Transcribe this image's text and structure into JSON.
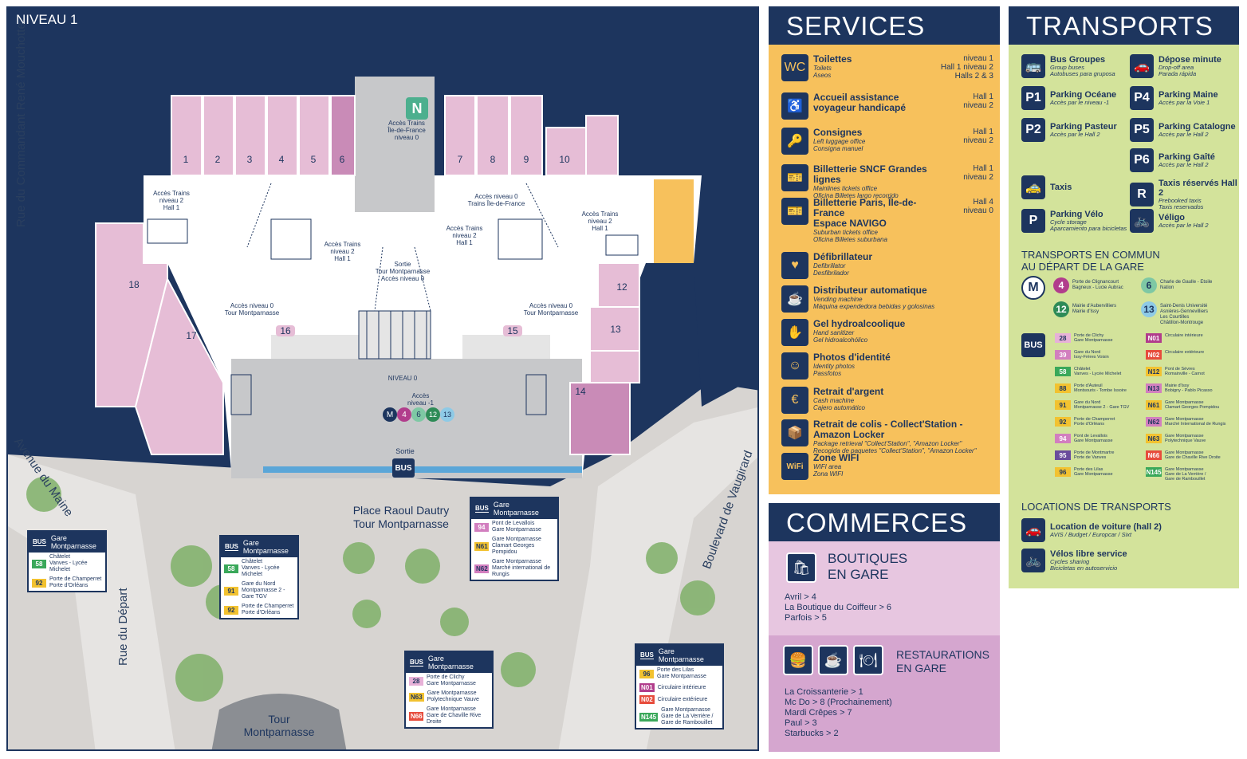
{
  "map": {
    "level": "NIVEAU 1",
    "streets": {
      "mouchotte": "Rue du Commandant René Mouchotte",
      "maine": "Avenue du Maine",
      "depart": "Rue du Départ",
      "vaugirard": "Boulevard de Vaugirard"
    },
    "plaza": "Place Raoul Dautry\nTour Montparnasse",
    "tower": "Tour\nMontparnasse",
    "shops": [
      "1",
      "2",
      "3",
      "4",
      "5",
      "6",
      "7",
      "8",
      "9",
      "10",
      "12",
      "13",
      "14",
      "15",
      "16",
      "17",
      "18"
    ],
    "labels": {
      "trains_idf": "Accès Trains\nÎle-de-France\nniveau 0",
      "access_trains_n2_left": "Accès Trains\nniveau 2\nHall 1",
      "access_trains_n2_left2": "Accès Trains\nniveau 2\nHall 1",
      "access_trains_n2_right": "Accès Trains\nniveau 2\nHall 1",
      "access_trains_n2_right2": "Accès Trains\nniveau 2\nHall 1",
      "access_n0_idf": "Accès niveau 0\nTrains Île-de-France",
      "sortie_tour": "Sortie\nTour Montparnasse\nAccès niveau 0",
      "access_n0_tour_left": "Accès niveau 0\nTour Montparnasse",
      "access_n0_tour_right": "Accès niveau 0\nTour Montparnasse",
      "niveau0": "NIVEAU 0",
      "acces_n_1": "Accès\nniveau -1",
      "sortie": "Sortie",
      "bus": "BUS",
      "metro_lines": [
        "4",
        "6",
        "12",
        "13"
      ],
      "n_badge": "N"
    },
    "bus_stops": [
      {
        "title": "Gare\nMontparnasse",
        "lines": [
          {
            "num": "58",
            "desc": "Châtelet\nVanves - Lycée Michelet",
            "color": "#3aa85a",
            "text": "#fff"
          },
          {
            "num": "92",
            "desc": "Porte de Champerret\nPorte d'Orléans",
            "color": "#f2c230",
            "text": "#1d355e"
          }
        ]
      },
      {
        "title": "Gare\nMontparnasse",
        "lines": [
          {
            "num": "58",
            "desc": "Châtelet\nVanves - Lycée Michelet",
            "color": "#3aa85a",
            "text": "#fff"
          },
          {
            "num": "91",
            "desc": "Gare du Nord\nMontparnasse 2 - Gare TGV",
            "color": "#f2c230",
            "text": "#1d355e"
          },
          {
            "num": "92",
            "desc": "Porte de Champerret\nPorte d'Orléans",
            "color": "#f2c230",
            "text": "#1d355e"
          }
        ]
      },
      {
        "title": "Gare\nMontparnasse",
        "lines": [
          {
            "num": "94",
            "desc": "Pont de Levallois\nGare Montparnasse",
            "color": "#d27fbf",
            "text": "#fff"
          },
          {
            "num": "N61",
            "desc": "Gare Montparnasse\nClamart Georges Pompidou",
            "color": "#f2c230",
            "text": "#1d355e"
          },
          {
            "num": "N62",
            "desc": "Gare Montparnasse\nMarché international de Rungis",
            "color": "#d27fbf",
            "text": "#1d355e"
          }
        ]
      },
      {
        "title": "Gare\nMontparnasse",
        "lines": [
          {
            "num": "28",
            "desc": "Porte de Clichy\nGare Montparnasse",
            "color": "#e7b1d8",
            "text": "#1d355e"
          },
          {
            "num": "N63",
            "desc": "Gare Montparnasse\nPolytechnique Vauve",
            "color": "#f2c230",
            "text": "#1d355e"
          },
          {
            "num": "N66",
            "desc": "Gare Montparnasse\nGare de Chaville Rive Droite",
            "color": "#e74c3c",
            "text": "#fff"
          }
        ]
      },
      {
        "title": "Gare\nMontparnasse",
        "lines": [
          {
            "num": "96",
            "desc": "Porte des Lilas\nGare Montparnasse",
            "color": "#f2c230",
            "text": "#1d355e"
          },
          {
            "num": "N01",
            "desc": "Circulaire intérieure",
            "color": "#b13d8c",
            "text": "#fff"
          },
          {
            "num": "N02",
            "desc": "Circulaire extérieure",
            "color": "#e74c3c",
            "text": "#fff"
          },
          {
            "num": "N145",
            "desc": "Gare Montparnasse\nGare de La Verrière /\nGare de Rambouillet",
            "color": "#3aa85a",
            "text": "#fff"
          }
        ]
      }
    ]
  },
  "services": {
    "title": "SERVICES",
    "items": [
      {
        "icon": "toilet-icon",
        "glyph": "WC",
        "title": "Toilettes",
        "sub": "Toilets\nAseos",
        "where": "niveau 1\nHall 1 niveau 2\nHalls 2 & 3"
      },
      {
        "icon": "accessibility-icon",
        "glyph": "♿",
        "title": "Accueil assistance\nvoyageur handicapé",
        "sub": "",
        "where": "Hall 1\nniveau 2"
      },
      {
        "icon": "luggage-icon",
        "glyph": "🔑",
        "title": "Consignes",
        "sub": "Left luggage office\nConsigna manuel",
        "where": "Hall 1\nniveau 2"
      },
      {
        "icon": "ticket-icon",
        "glyph": "🎫",
        "title": "Billetterie SNCF Grandes lignes",
        "sub": "Mainlines tickets office\nOficina Billetes largo recorrido",
        "where": "Hall 1\nniveau 2"
      },
      {
        "icon": "navigo-icon",
        "glyph": "🎫",
        "title": "Billetterie Paris, Île-de-France\nEspace NAVIGO",
        "sub": "Suburban tickets office\nOficina Billetes suburbana",
        "where": "Hall 4\nniveau 0"
      },
      {
        "icon": "defibrillator-icon",
        "glyph": "♥",
        "title": "Défibrillateur",
        "sub": "Defibrillator\nDesfibrilador",
        "where": ""
      },
      {
        "icon": "vending-icon",
        "glyph": "☕",
        "title": "Distributeur automatique",
        "sub": "Vending machine\nMáquina expendedora bebidas y golosinas",
        "where": ""
      },
      {
        "icon": "sanitizer-icon",
        "glyph": "✋",
        "title": "Gel hydroalcoolique",
        "sub": "Hand sanitizer\nGel hidroalcohólico",
        "where": ""
      },
      {
        "icon": "photo-icon",
        "glyph": "☺",
        "title": "Photos d'identité",
        "sub": "Identity photos\nPassfotos",
        "where": ""
      },
      {
        "icon": "atm-icon",
        "glyph": "€",
        "title": "Retrait d'argent",
        "sub": "Cash machine\nCajero automático",
        "where": ""
      },
      {
        "icon": "parcel-icon",
        "glyph": "📦",
        "title": "Retrait de colis - Collect'Station - Amazon Locker",
        "sub": "Package retrieval \"Collect'Station\", \"Amazon Locker\"\nRecogida de paquetes \"Collect'Station\", \"Amazon Locker\"",
        "where": ""
      },
      {
        "icon": "wifi-icon",
        "glyph": "WiFi",
        "title": "Zone WIFI",
        "sub": "WIFI area\nZona WIFI",
        "where": ""
      }
    ]
  },
  "commerces": {
    "title": "COMMERCES",
    "boutiques_title": "BOUTIQUES\nEN GARE",
    "boutiques": [
      "Avril > 4",
      "La Boutique du Coiffeur > 6",
      "Parfois > 5"
    ],
    "restaurations_title": "RESTAURATIONS\nEN GARE",
    "restaurations": [
      "La Croissanterie > 1",
      "Mc Do > 8 (Prochainement)",
      "Mardi Crêpes > 7",
      "Paul > 3",
      "Starbucks > 2"
    ]
  },
  "transports": {
    "title": "TRANSPORTS",
    "items_left": [
      {
        "icon": "group-bus-icon",
        "glyph": "🚌",
        "title": "Bus Groupes",
        "sub": "Group buses\nAutobuses para gruposa"
      },
      {
        "icon": "parking-p1-icon",
        "glyph": "P1",
        "title": "Parking Océane",
        "sub": "Accès par le niveau -1"
      },
      {
        "icon": "parking-p2-icon",
        "glyph": "P2",
        "title": "Parking Pasteur",
        "sub": "Accès par le Hall 2"
      },
      {
        "icon": "taxi-icon",
        "glyph": "🚕",
        "title": "Taxis",
        "sub": ""
      },
      {
        "icon": "bike-parking-icon",
        "glyph": "P",
        "title": "Parking Vélo",
        "sub": "Cycle storage\nAparcamiento para bicicletas"
      }
    ],
    "items_right": [
      {
        "icon": "dropoff-icon",
        "glyph": "🚗",
        "title": "Dépose minute",
        "sub": "Drop-off area\nParada rápida"
      },
      {
        "icon": "parking-p4-icon",
        "glyph": "P4",
        "title": "Parking Maine",
        "sub": "Accès par la Voie 1"
      },
      {
        "icon": "parking-p5-icon",
        "glyph": "P5",
        "title": "Parking Catalogne",
        "sub": "Accès par le Hall 2"
      },
      {
        "icon": "parking-p6-icon",
        "glyph": "P6",
        "title": "Parking Gaîté",
        "sub": "Accès par le Hall 2"
      },
      {
        "icon": "reserved-taxi-icon",
        "glyph": "R",
        "title": "Taxis réservés Hall 2",
        "sub": "Prebooked taxis\nTaxis reservados"
      },
      {
        "icon": "velib-icon",
        "glyph": "🚲",
        "title": "Véligo",
        "sub": "Accès par le Hall 2"
      }
    ],
    "public_title": "TRANSPORTS EN COMMUN\nAU DÉPART DE LA GARE",
    "metro": [
      {
        "num": "4",
        "desc": "Porte de Clignancourt\nBagneux - Lucie Aubrac",
        "color": "#b13d8c",
        "text": "#fff"
      },
      {
        "num": "6",
        "desc": "Charle de Gaulle - Etoile\nNation",
        "color": "#7ec8a4",
        "text": "#1d355e"
      },
      {
        "num": "12",
        "desc": "Mairie d'Aubervilliers\nMairie d'Issy",
        "color": "#2e8b57",
        "text": "#fff"
      },
      {
        "num": "13",
        "desc": "Saint-Denis Université\nAsnières-Gennevilliers\nLes Courtilles\nChâtillon-Montrouge",
        "color": "#8ecae6",
        "text": "#1d355e"
      }
    ],
    "bus_left": [
      {
        "num": "28",
        "desc": "Porte de Clichy\nGare Montparnasse",
        "color": "#e7b1d8",
        "text": "#1d355e"
      },
      {
        "num": "39",
        "desc": "Gare du Nord\nIssy-Frères Voisin",
        "color": "#d27fbf",
        "text": "#fff"
      },
      {
        "num": "58",
        "desc": "Châtelet\nVanves - Lycée Michelet",
        "color": "#3aa85a",
        "text": "#fff"
      },
      {
        "num": "88",
        "desc": "Porte d'Auteuil\nMontsouris - Tombe Issoire",
        "color": "#f2c230",
        "text": "#1d355e"
      },
      {
        "num": "91",
        "desc": "Gare du Nord\nMontparnasse 2 - Gare TGV",
        "color": "#f2c230",
        "text": "#1d355e"
      },
      {
        "num": "92",
        "desc": "Porte de Champerret\nPorte d'Orléans",
        "color": "#f2c230",
        "text": "#1d355e"
      },
      {
        "num": "94",
        "desc": "Pont de Levallois\nGare Montparnasse",
        "color": "#d27fbf",
        "text": "#fff"
      },
      {
        "num": "95",
        "desc": "Porte de Montmartre\nPorte de Vanves",
        "color": "#6a4c9c",
        "text": "#fff"
      },
      {
        "num": "96",
        "desc": "Porte des Lilas\nGare Montparnasse",
        "color": "#f2c230",
        "text": "#1d355e"
      }
    ],
    "bus_right": [
      {
        "num": "N01",
        "desc": "Circulaire intérieure",
        "color": "#b13d8c",
        "text": "#fff"
      },
      {
        "num": "N02",
        "desc": "Circulaire extérieure",
        "color": "#e74c3c",
        "text": "#fff"
      },
      {
        "num": "N12",
        "desc": "Pont de Sèvres\nRomainville - Carnot",
        "color": "#f2c230",
        "text": "#1d355e"
      },
      {
        "num": "N13",
        "desc": "Mairie d'Issy\nBobigny - Pablo Picasso",
        "color": "#d27fbf",
        "text": "#1d355e"
      },
      {
        "num": "N61",
        "desc": "Gare Montparnasse\nClamart Georges Pompidou",
        "color": "#f2c230",
        "text": "#1d355e"
      },
      {
        "num": "N62",
        "desc": "Gare Montparnasse\nMarché International de Rungis",
        "color": "#d27fbf",
        "text": "#1d355e"
      },
      {
        "num": "N63",
        "desc": "Gare Montparnasse\nPolytechnique Vauve",
        "color": "#f2c230",
        "text": "#1d355e"
      },
      {
        "num": "N66",
        "desc": "Gare Montparnasse\nGare de Chaville Rive Droite",
        "color": "#e74c3c",
        "text": "#fff"
      },
      {
        "num": "N145",
        "desc": "Gare Montparnasse\nGare de La Verrière /\nGare de Rambouillet",
        "color": "#3aa85a",
        "text": "#fff"
      }
    ],
    "metro_icon": "M",
    "bus_icon": "BUS",
    "rental_title": "LOCATIONS DE TRANSPORTS",
    "rental": [
      {
        "icon": "car-rental-icon",
        "glyph": "🚗",
        "title": "Location de voiture (hall 2)",
        "sub": "AVIS / Budget / Europcar / Sixt"
      },
      {
        "icon": "bike-share-icon",
        "glyph": "🚲",
        "title": "Vélos libre service",
        "sub": "Cycles sharing\nBicicletas en autoservicio"
      }
    ]
  }
}
